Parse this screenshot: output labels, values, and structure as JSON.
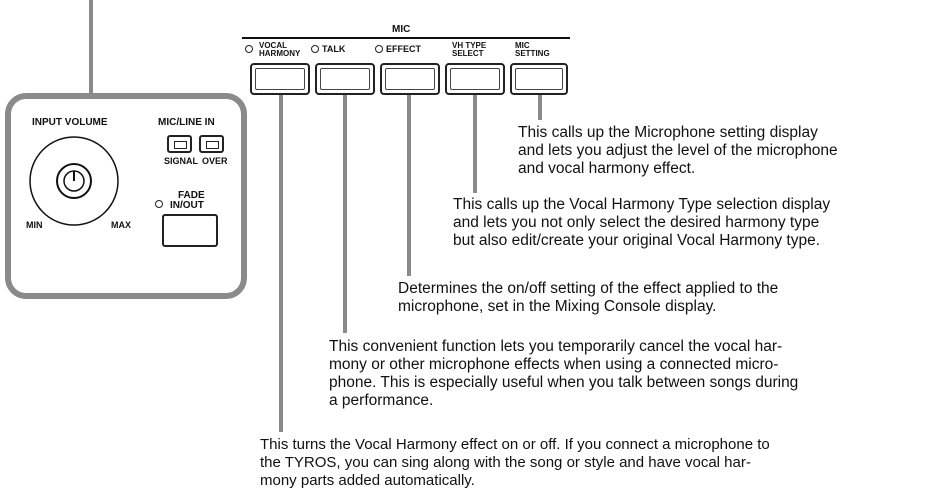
{
  "mic_panel": {
    "title": "MIC",
    "buttons": [
      {
        "label": "VOCAL HARMONY",
        "line1": "VOCAL",
        "line2": "HARMONY",
        "has_led": true
      },
      {
        "label": "TALK",
        "line1": "TALK",
        "line2": "",
        "has_led": true
      },
      {
        "label": "EFFECT",
        "line1": "EFFECT",
        "line2": "",
        "has_led": true
      },
      {
        "label": "VH TYPE SELECT",
        "line1": "VH TYPE",
        "line2": "SELECT",
        "has_led": false
      },
      {
        "label": "MIC SETTING",
        "line1": "MIC",
        "line2": "SETTING",
        "has_led": false
      }
    ]
  },
  "input_panel": {
    "input_volume": "INPUT VOLUME",
    "min": "MIN",
    "max": "MAX",
    "mic_line_in": "MIC/LINE IN",
    "signal": "SIGNAL",
    "over": "OVER",
    "fade_line1": "FADE",
    "fade_line2": "IN/OUT"
  },
  "descriptions": {
    "mic_setting": [
      "This calls up the Microphone setting display",
      "and lets you adjust the level of the microphone",
      "and vocal harmony effect."
    ],
    "vh_type_select": [
      "This calls up the Vocal Harmony Type selection display",
      "and lets you not only select the desired harmony type",
      "but also edit/create your original Vocal Harmony type."
    ],
    "effect": [
      "Determines the on/off setting of the effect applied to the",
      "microphone, set in the Mixing Console display."
    ],
    "talk": [
      "This convenient function lets you temporarily cancel the vocal har-",
      "mony or other microphone effects when using a connected micro-",
      "phone. This is especially useful when you talk between songs during",
      "a performance."
    ],
    "vocal_harmony": [
      "This turns the Vocal Harmony effect on or off. If you connect a microphone to",
      "the TYROS, you can sing along with the song or style and have vocal har-",
      "mony parts added automatically."
    ]
  }
}
